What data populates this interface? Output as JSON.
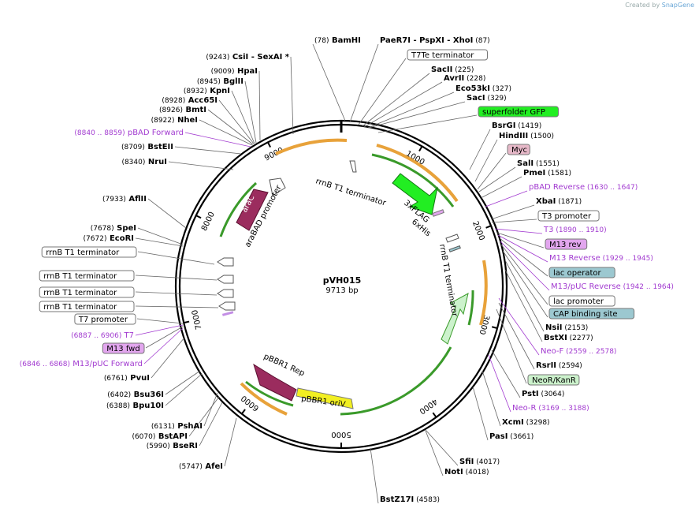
{
  "watermark": {
    "prefix": "Created by",
    "brand": "SnapGene"
  },
  "plasmid": {
    "name": "pVH015",
    "length": "9713 bp"
  },
  "ticks": [
    "1000",
    "2000",
    "3000",
    "4000",
    "5000",
    "6000",
    "7000",
    "8000",
    "9000"
  ],
  "features_inside": [
    "rrnB T1 terminator",
    "3xFLAG",
    "6xHis",
    "rrnB T1 terminator",
    "araC",
    "araBAD promoter",
    "pBBR1 Rep",
    "pBBR1 oriV"
  ],
  "labels_right": [
    {
      "pos": "(78)",
      "name": "BamHI"
    },
    {
      "name": "PaeR7I",
      "sep": "- PspXI",
      "name2": "- XhoI",
      "pos": "(87)"
    },
    {
      "boxed": "T7Te terminator"
    },
    {
      "name": "SacII",
      "pos": "(225)"
    },
    {
      "name": "AvrII",
      "pos": "(228)"
    },
    {
      "name": "Eco53kI",
      "pos": "(327)"
    },
    {
      "name": "SacI",
      "pos": "(329)"
    },
    {
      "boxed": "superfolder GFP"
    },
    {
      "name": "BsrGI",
      "pos": "(1419)"
    },
    {
      "name": "HindIII",
      "pos": "(1500)"
    },
    {
      "boxed": "Myc"
    },
    {
      "name": "SalI",
      "pos": "(1551)"
    },
    {
      "name": "PmeI",
      "pos": "(1581)"
    },
    {
      "primer": "pBAD Reverse",
      "range": "(1630 .. 1647)"
    },
    {
      "name": "XbaI",
      "pos": "(1871)"
    },
    {
      "boxed": "T3 promoter"
    },
    {
      "primer": "T3",
      "range": "(1890 .. 1910)"
    },
    {
      "boxed": "M13 rev"
    },
    {
      "primer": "M13 Reverse",
      "range": "(1929 .. 1945)"
    },
    {
      "boxed": "lac operator"
    },
    {
      "primer": "M13/pUC Reverse",
      "range": "(1942 .. 1964)"
    },
    {
      "boxed": "lac promoter"
    },
    {
      "boxed": "CAP binding site"
    },
    {
      "name": "NsiI",
      "pos": "(2153)"
    },
    {
      "name": "BstXI",
      "pos": "(2277)"
    },
    {
      "primer": "Neo-F",
      "range": "(2559 .. 2578)"
    },
    {
      "name": "RsrII",
      "pos": "(2594)"
    },
    {
      "boxed": "NeoR/KanR"
    },
    {
      "name": "PstI",
      "pos": "(3064)"
    },
    {
      "primer": "Neo-R",
      "range": "(3169 .. 3188)"
    },
    {
      "name": "XcmI",
      "pos": "(3298)"
    },
    {
      "name": "PasI",
      "pos": "(3661)"
    },
    {
      "name": "SfiI",
      "pos": "(4017)"
    },
    {
      "name": "NotI",
      "pos": "(4018)"
    },
    {
      "name": "BstZ17I",
      "pos": "(4583)"
    }
  ],
  "labels_left": [
    {
      "pos": "(9243)",
      "name": "CsiI",
      "extra": "- SexAI *"
    },
    {
      "pos": "(9009)",
      "name": "HpaI"
    },
    {
      "pos": "(8945)",
      "name": "BglII"
    },
    {
      "pos": "(8932)",
      "name": "KpnI"
    },
    {
      "pos": "(8928)",
      "name": "Acc65I"
    },
    {
      "pos": "(8926)",
      "name": "BmtI"
    },
    {
      "pos": "(8922)",
      "name": "NheI"
    },
    {
      "range": "(8840 .. 8859)",
      "primer": "pBAD Forward"
    },
    {
      "pos": "(8709)",
      "name": "BstEII"
    },
    {
      "pos": "(8340)",
      "name": "NruI"
    },
    {
      "pos": "(7933)",
      "name": "AflII"
    },
    {
      "pos": "(7678)",
      "name": "SpeI"
    },
    {
      "pos": "(7672)",
      "name": "EcoRI"
    },
    {
      "boxed": "rrnB T1 terminator"
    },
    {
      "boxed": "rrnB T1 terminator"
    },
    {
      "boxed": "rrnB T1 terminator"
    },
    {
      "boxed": "rrnB T1 terminator"
    },
    {
      "boxed": "T7 promoter"
    },
    {
      "range": "(6887 .. 6906)",
      "primer": "T7"
    },
    {
      "boxed": "M13 fwd"
    },
    {
      "range": "(6846 .. 6868)",
      "primer": "M13/pUC Forward"
    },
    {
      "pos": "(6761)",
      "name": "PvuI"
    },
    {
      "pos": "(6402)",
      "name": "Bsu36I"
    },
    {
      "pos": "(6388)",
      "name": "Bpu10I"
    },
    {
      "pos": "(6131)",
      "name": "PshAI"
    },
    {
      "pos": "(6070)",
      "name": "BstAPI"
    },
    {
      "pos": "(5990)",
      "name": "BseRI"
    },
    {
      "pos": "(5747)",
      "name": "AfeI"
    }
  ],
  "colors": {
    "primer": "#a23bd0",
    "gfp": "#22ee22",
    "araC": "#9b2c5e",
    "oriV": "#f2ef22",
    "myc": "#e6b8c8",
    "mauve": "#e2a6ee",
    "teal": "#9cc8d0",
    "neo": "#ccf2cc",
    "backbone": "#000000"
  }
}
